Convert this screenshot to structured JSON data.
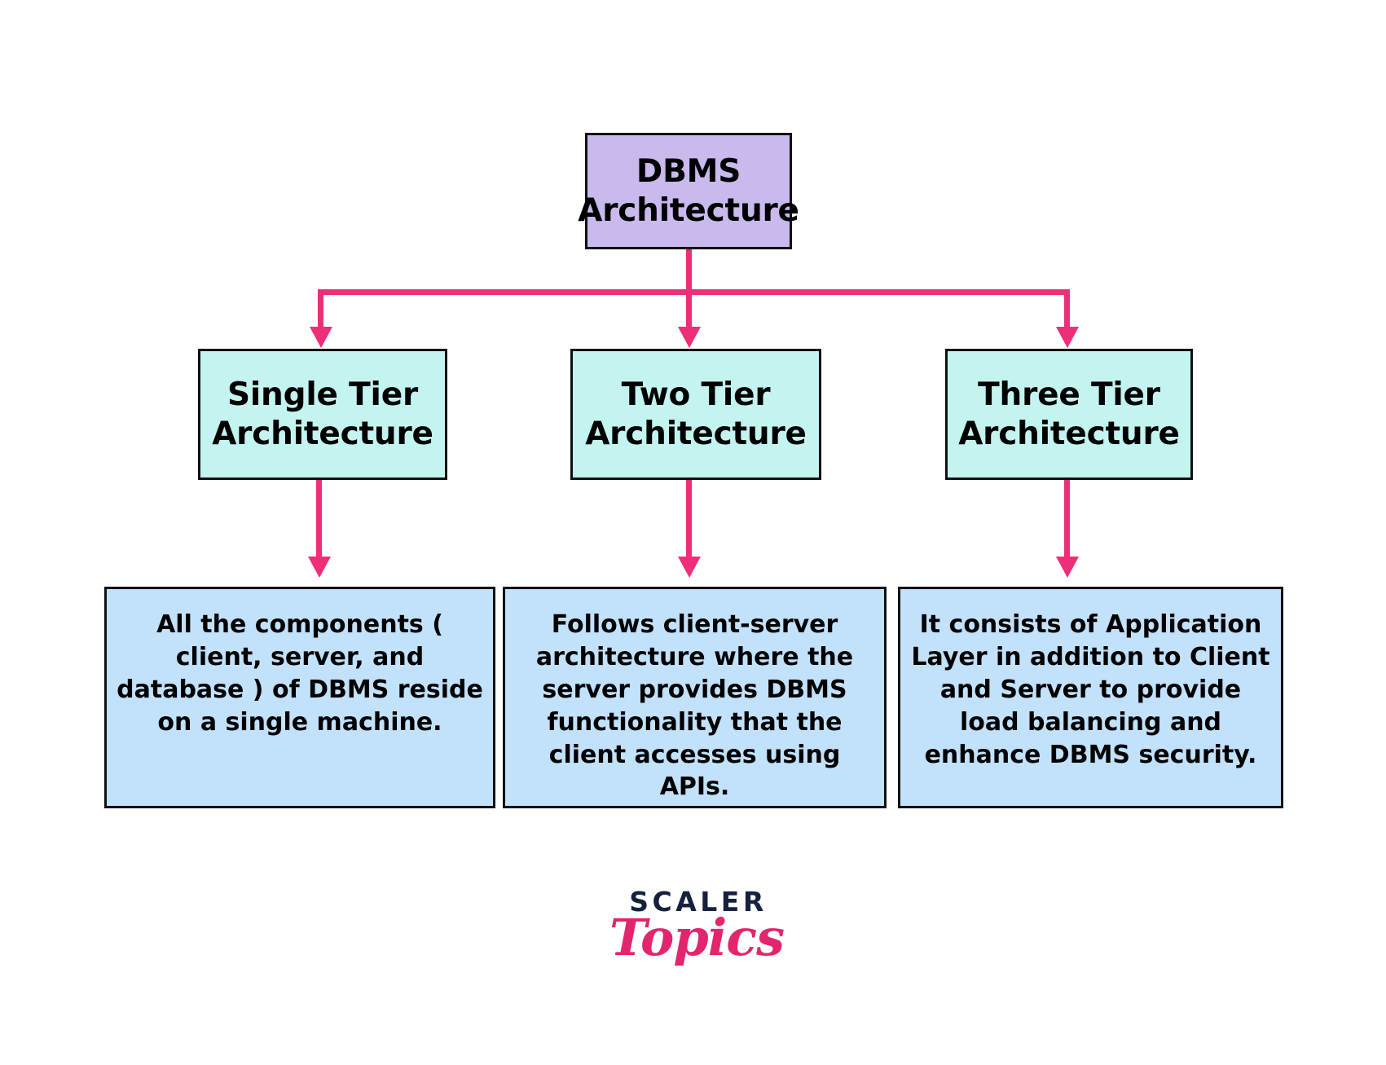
{
  "diagram": {
    "title": "DBMS Architecture",
    "root": {
      "label": "DBMS\nArchitecture",
      "fill": "#C9B9ED",
      "border": "#111111"
    },
    "tiers": [
      {
        "label": "Single Tier\nArchitecture",
        "fill": "#C3F4EF"
      },
      {
        "label": "Two Tier\nArchitecture",
        "fill": "#C3F4EF"
      },
      {
        "label": "Three Tier\nArchitecture",
        "fill": "#C3F4EF"
      }
    ],
    "descriptions": [
      {
        "text": "All the components ( client, server, and database ) of DBMS reside on a single machine.",
        "fill": "#C2E1FB"
      },
      {
        "text": "Follows client-server architecture where the server provides DBMS functionality that the client accesses using APIs.",
        "fill": "#C2E1FB"
      },
      {
        "text": "It consists of Application Layer in addition to Client and Server to provide load balancing and enhance DBMS security.",
        "fill": "#C2E1FB"
      }
    ],
    "connector_color": "#EE2E78",
    "background": "#FFFFFF"
  },
  "logo": {
    "primary": "SCALER",
    "secondary": "Topics",
    "primary_color": "#16213E",
    "secondary_color": "#E3246E"
  }
}
